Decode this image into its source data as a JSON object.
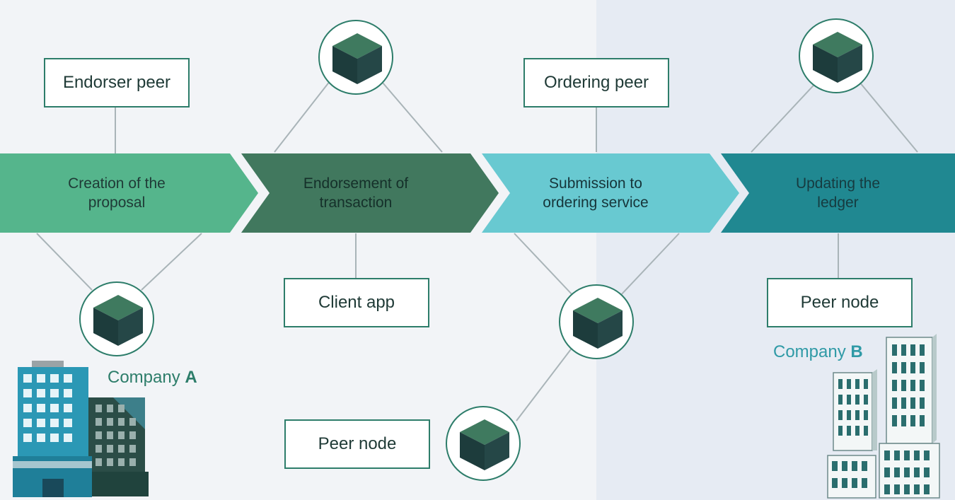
{
  "steps": [
    {
      "label": "Creation of the\nproposal",
      "color": "#55b58c",
      "text_color": "#1f3a36"
    },
    {
      "label": "Endorsement of\ntransaction",
      "color": "#41785e",
      "text_color": "#15302a"
    },
    {
      "label": "Submission to\nordering service",
      "color": "#68c9d1",
      "text_color": "#16353a"
    },
    {
      "label": "Updating the\nledger",
      "color": "#208891",
      "text_color": "#163b40"
    }
  ],
  "boxes": {
    "endorser_peer": "Endorser peer",
    "ordering_peer": "Ordering peer",
    "client_app": "Client app",
    "peer_node_center": "Peer node",
    "peer_node_right": "Peer node"
  },
  "companies": {
    "a": {
      "name": "Company",
      "letter": "A",
      "color": "#2d7d6a"
    },
    "b": {
      "name": "Company",
      "letter": "B",
      "color": "#2f9aa6"
    }
  },
  "icons": {
    "node": "cube-icon",
    "building": "office-building-icon"
  },
  "colors": {
    "line": "#a9b4b8",
    "accent": "#2d7d6a"
  }
}
